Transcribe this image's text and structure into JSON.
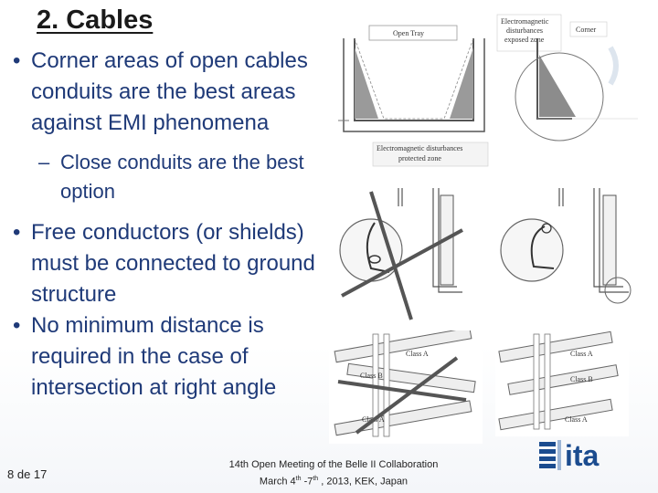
{
  "slide": {
    "title": "2. Cables",
    "bullets": [
      {
        "text": "Corner areas of open cables conduits are the best areas against EMI phenomena"
      },
      {
        "text": "Free conductors (or shields) must be connected to ground structure"
      },
      {
        "text": "No minimum distance is required  in the case of intersection at right angle"
      }
    ],
    "sub_bullet": "Close conduits are the best option",
    "bullet_symbol": "•",
    "dash_symbol": "–"
  },
  "figures": {
    "open_tray_label": "Open Tray",
    "emi_exposed_label": [
      "Electromagnetic",
      "disturbances",
      "exposed zone"
    ],
    "corner_label": "Corner",
    "emi_protected_label": [
      "Electromagnetic disturbances",
      "protected zone"
    ],
    "class_a": "Class A",
    "class_b": "Class B"
  },
  "footer": {
    "page": "8 de 17",
    "meeting_line1": "14th Open Meeting of the Belle II Collaboration",
    "meeting_line2_pre": "March 4",
    "meeting_sup1": "th",
    "meeting_dash": " -7",
    "meeting_sup2": "th",
    "meeting_line2_post": " , 2013, KEK, Japan"
  },
  "logo": {
    "text": "ita",
    "color": "#1b4c8f"
  }
}
